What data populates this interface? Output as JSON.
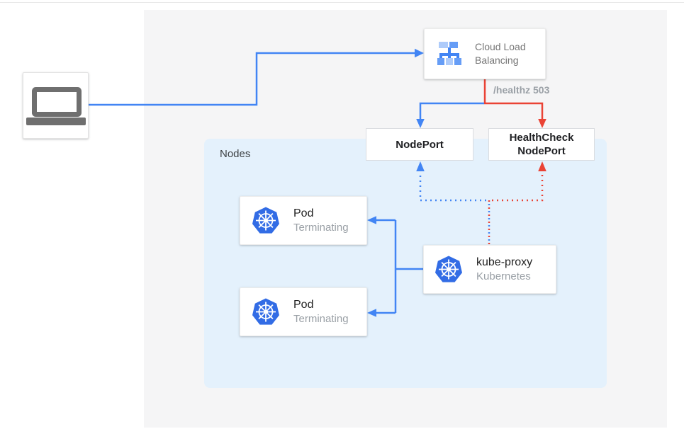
{
  "diagram": {
    "client_card": {
      "icon": "laptop-icon"
    },
    "load_balancer_card": {
      "label": "Cloud Load Balancing",
      "icon": "load-balancer-icon"
    },
    "health_check_label": "/healthz 503",
    "nodeport_box": {
      "label": "NodePort"
    },
    "healthcheck_nodeport_box": {
      "label": "HealthCheck NodePort"
    },
    "nodes_group": {
      "label": "Nodes"
    },
    "pod_cards": [
      {
        "title": "Pod",
        "status": "Terminating",
        "icon": "kubernetes-icon"
      },
      {
        "title": "Pod",
        "status": "Terminating",
        "icon": "kubernetes-icon"
      }
    ],
    "kube_proxy_card": {
      "title": "kube-proxy",
      "subtitle": "Kubernetes",
      "icon": "kubernetes-icon"
    },
    "flows": {
      "client_to_load_balancer": "blue-solid",
      "load_balancer_to_nodeport": "blue-solid",
      "load_balancer_to_healthcheck_nodeport": "red-solid",
      "kube_proxy_to_pods": "blue-solid",
      "kube_proxy_to_nodeport": "blue-dotted",
      "kube_proxy_to_healthcheck_nodeport": "red-dotted"
    },
    "colors": {
      "flow_blue": "#4285F4",
      "flow_red": "#EA4335",
      "panel_background": "#F5F5F6",
      "nodes_background": "#E4F1FC",
      "kubernetes_blue": "#326CE5",
      "load_balancer_light_blue": "#AECBFA",
      "load_balancer_mid_blue": "#669DF6",
      "box_border": "#DADCE0",
      "text_primary": "#212121",
      "text_secondary": "#757575",
      "muted_label": "#9AA0A6",
      "laptop_gray": "#6F6F6F"
    }
  }
}
